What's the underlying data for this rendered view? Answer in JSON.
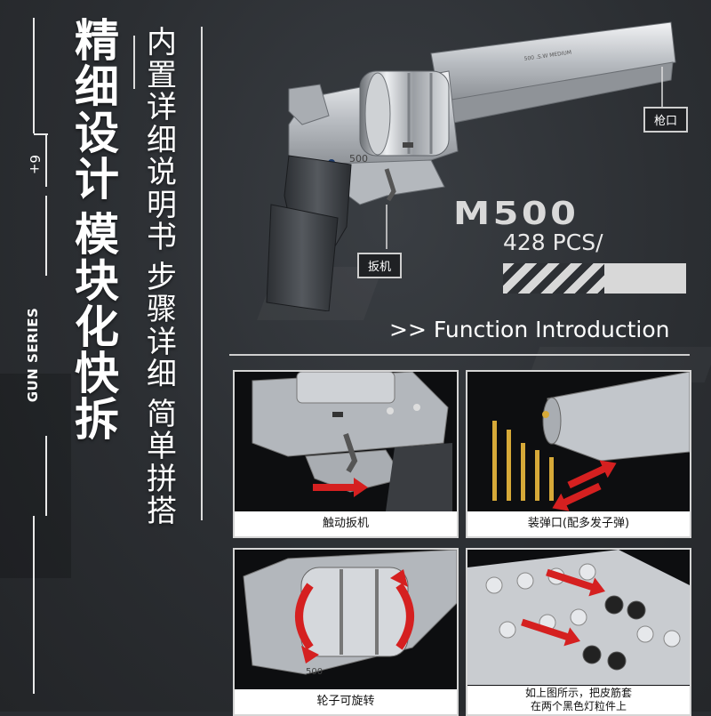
{
  "left": {
    "age": "6+",
    "series": "GUN SERIES",
    "title_big": [
      "精",
      "细",
      "设",
      "计",
      "模",
      "块",
      "化",
      "快",
      "拆"
    ],
    "title_small": [
      "内",
      "置",
      "详",
      "细",
      "说",
      "明",
      "书",
      "步",
      "骤",
      "详",
      "细",
      "简",
      "单",
      "拼",
      "搭"
    ]
  },
  "gun": {
    "barrel_engraving": "500 .S.W MEDIUM",
    "frame_mark": "500",
    "callout_muzzle": "枪口",
    "callout_trigger": "扳机"
  },
  "product": {
    "model": "M500",
    "pieces": "428 PCS/"
  },
  "section": {
    "title": ">> Function Introduction"
  },
  "panels": [
    {
      "caption": "触动扳机"
    },
    {
      "caption": "装弹口(配多发子弹)"
    },
    {
      "caption": "轮子可旋转"
    },
    {
      "caption_line1": "如上图所示，把皮筋套",
      "caption_line2": "在两个黑色灯粒件上"
    }
  ],
  "colors": {
    "background": "#2b2e32",
    "accent_red": "#d52020",
    "bullet_gold": "#d6a938",
    "silver": "#c8ccd0"
  }
}
